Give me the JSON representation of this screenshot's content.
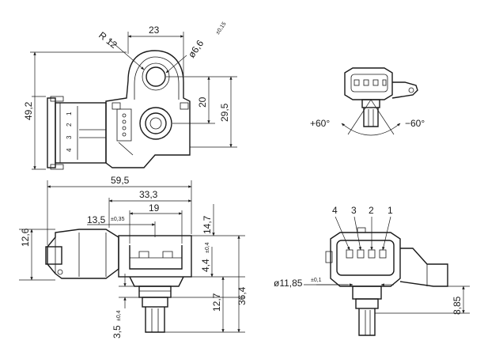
{
  "dims": {
    "d23": "23",
    "r12": "R 12",
    "d66": "ø6,6",
    "d66_tol": "±0,15",
    "d492": "49,2",
    "d20": "20",
    "d295": "29,5",
    "d595": "59,5",
    "d333": "33,3",
    "d19": "19",
    "d135": "13,5",
    "d135_tol": "±0,35",
    "d126": "12,6",
    "d147": "14,7",
    "d44": "4,4",
    "d44_tol": "±0,4",
    "d127": "12,7",
    "d364": "36,4",
    "d35": "3,5",
    "d35_tol": "±0,4",
    "d1185": "ø11,85",
    "d1185_tol": "±0,1",
    "d885": "8,85"
  },
  "angles": {
    "plus": "+60°",
    "minus": "−60°"
  },
  "pins": [
    "4",
    "3",
    "2",
    "1"
  ],
  "side_pins": [
    "1",
    "2",
    "3",
    "4"
  ]
}
